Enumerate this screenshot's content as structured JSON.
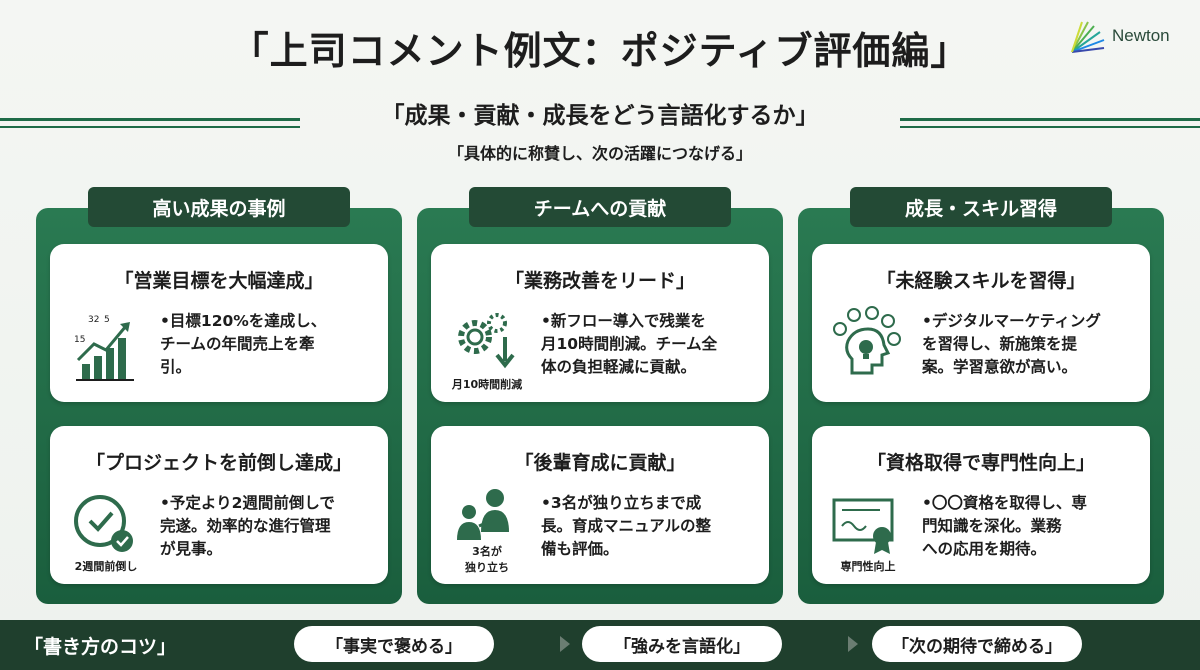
{
  "header": {
    "title": "「上司コメント例文：ポジティブ評価編」",
    "subtitle": "「成果・貢献・成長をどう言語化するか」",
    "tagline": "「具体的に称賛し、次の活躍につなげる」",
    "logo_text": "Newton"
  },
  "columns": [
    {
      "header": "高い成果の事例",
      "cards": [
        {
          "title": "「営業目標を大幅達成」",
          "icon": "growth-chart-icon",
          "icon_numbers": [
            "15",
            "32",
            "5"
          ],
          "caption": "",
          "lines": [
            "•目標120%を達成し、",
            "チームの年間売上を牽",
            "引。"
          ]
        },
        {
          "title": "「プロジェクトを前倒し達成」",
          "icon": "clock-check-icon",
          "caption": "2週間前倒し",
          "lines": [
            "•予定より2週間前倒しで",
            "完遂。効率的な進行管理",
            "が見事。"
          ]
        }
      ]
    },
    {
      "header": "チームへの貢献",
      "cards": [
        {
          "title": "「業務改善をリード」",
          "icon": "gears-arrow-icon",
          "caption": "月10時間削減",
          "lines": [
            "•新フロー導入で残業を",
            "月10時間削減。チーム全",
            "体の負担軽減に貢献。"
          ]
        },
        {
          "title": "「後輩育成に貢献」",
          "icon": "mentoring-icon",
          "caption_lines": [
            "3名が",
            "独り立ち"
          ],
          "lines": [
            "•3名が独り立ちまで成",
            "長。育成マニュアルの整",
            "備も評価。"
          ]
        }
      ]
    },
    {
      "header": "成長・スキル習得",
      "cards": [
        {
          "title": "「未経験スキルを習得」",
          "icon": "lightbulb-head-icon",
          "caption": "",
          "lines": [
            "•デジタルマーケティング",
            "を習得し、新施策を提",
            "案。学習意欲が高い。"
          ]
        },
        {
          "title": "「資格取得で専門性向上」",
          "icon": "certificate-icon",
          "caption": "専門性向上",
          "lines": [
            "•〇〇資格を取得し、専",
            "門知識を深化。業務",
            "への応用を期待。"
          ]
        }
      ]
    }
  ],
  "footer": {
    "label": "「書き方のコツ」",
    "tips": [
      "「事実で褒める」",
      "「強みを言語化」",
      "「次の期待で締める」"
    ]
  },
  "colors": {
    "primary_green": "#1a5e3d",
    "header_dark": "#234a35",
    "footer_dark": "#1f3f2d",
    "card_bg": "#ffffff"
  }
}
